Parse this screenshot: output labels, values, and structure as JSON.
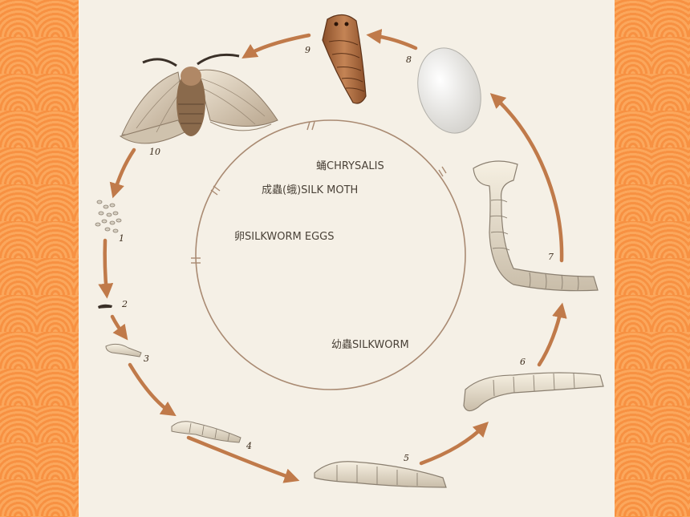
{
  "colors": {
    "frame": "#fc9c4c",
    "panel": "#f5f0e6",
    "arrow": "#c07a4a",
    "circle": "#a98a72"
  },
  "cycle_labels": {
    "chrysalis": "蛹CHRYSALIS",
    "silk_moth": "成蟲(蛾)SILK MOTH",
    "eggs": "卵SILKWORM EGGS",
    "silkworm": "幼蟲SILKWORM"
  },
  "stages": [
    {
      "num": "1",
      "name": "eggs-illustration"
    },
    {
      "num": "2",
      "name": "larva-stage-2-illustration"
    },
    {
      "num": "3",
      "name": "larva-stage-3-illustration"
    },
    {
      "num": "4",
      "name": "larva-stage-4-illustration"
    },
    {
      "num": "5",
      "name": "larva-stage-5-illustration"
    },
    {
      "num": "6",
      "name": "larva-stage-6-illustration"
    },
    {
      "num": "7",
      "name": "larva-stage-7-illustration"
    },
    {
      "num": "8",
      "name": "cocoon-illustration"
    },
    {
      "num": "9",
      "name": "pupa-illustration"
    },
    {
      "num": "10",
      "name": "silk-moth-illustration"
    }
  ]
}
